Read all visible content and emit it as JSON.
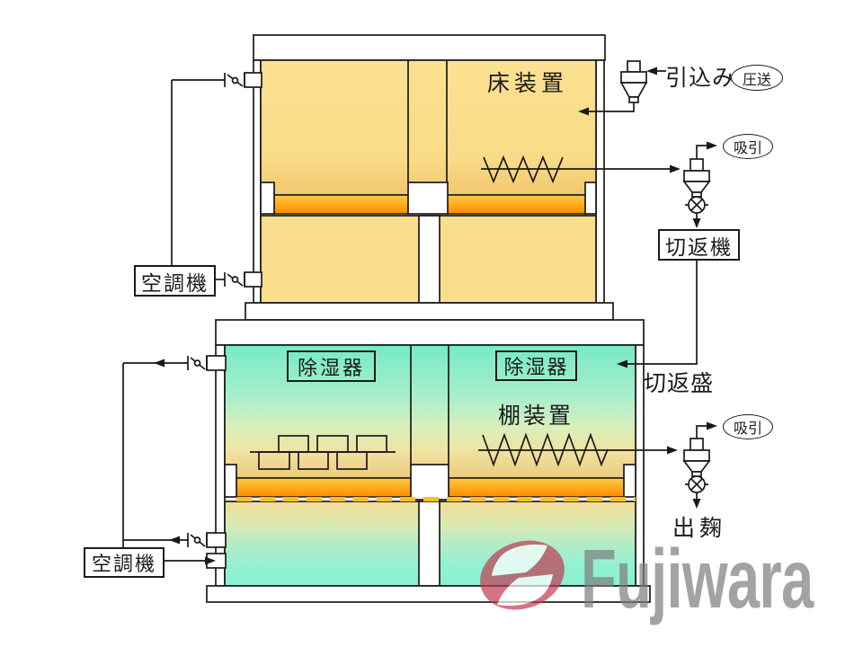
{
  "labels": {
    "floor_unit": "床装置",
    "shelf_unit": "棚装置",
    "air_conditioner_top": "空調機",
    "air_conditioner_bottom": "空調機",
    "turning_machine": "切返機",
    "dehumidifier_left": "除湿器",
    "dehumidifier_right": "除湿器",
    "intake": "引込み",
    "pressure_feed": "圧送",
    "suction_upper": "吸引",
    "suction_lower": "吸引",
    "turning_heap": "切返盛",
    "koji_output": "出麹"
  },
  "logo": {
    "text": "Fujiwara"
  },
  "colors": {
    "floor_interior_yellow": "#FBDE8C",
    "bed_orange_top": "#FFCB43",
    "bed_orange_bottom": "#FF8A00",
    "shelf_interior_teal": "#7CEAC8",
    "shelf_interior_yellow": "#F2DC96",
    "slat_dash_yellow": "#FFBE20",
    "line_color": "#1a1a1a",
    "logo_red": "#C23A50",
    "logo_gray": "#ABABAB"
  }
}
